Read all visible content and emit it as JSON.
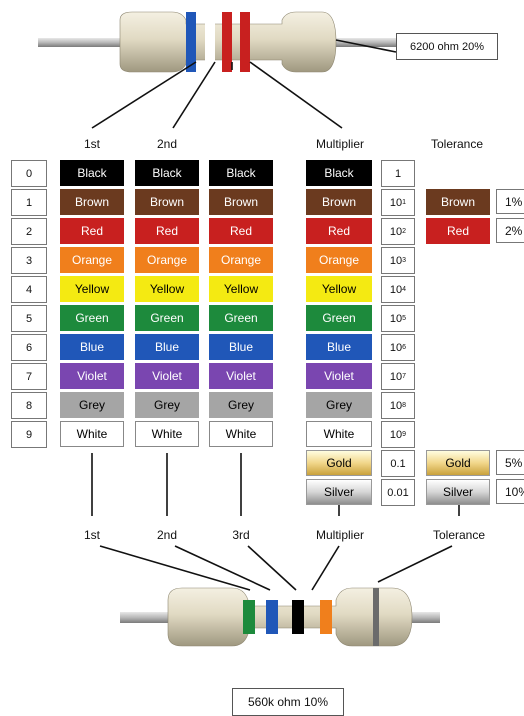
{
  "top_resistor": {
    "value_label": "6200 ohm 20%"
  },
  "bottom_resistor": {
    "value_label": "560k ohm 10%"
  },
  "top_headers": {
    "first": "1st",
    "second": "2nd",
    "multiplier": "Multiplier",
    "tolerance": "Tolerance"
  },
  "bottom_headers": {
    "first": "1st",
    "second": "2nd",
    "third": "3rd",
    "multiplier": "Multiplier",
    "tolerance": "Tolerance"
  },
  "digits": [
    "0",
    "1",
    "2",
    "3",
    "4",
    "5",
    "6",
    "7",
    "8",
    "9"
  ],
  "colors": [
    {
      "name": "Black",
      "hex": "#000000",
      "text": "#ffffff"
    },
    {
      "name": "Brown",
      "hex": "#6b3a1f",
      "text": "#ffffff"
    },
    {
      "name": "Red",
      "hex": "#c8201f",
      "text": "#ffffff"
    },
    {
      "name": "Orange",
      "hex": "#f07f1c",
      "text": "#ffffff"
    },
    {
      "name": "Yellow",
      "hex": "#f4ea12",
      "text": "#000000"
    },
    {
      "name": "Green",
      "hex": "#1d8a3c",
      "text": "#ffffff"
    },
    {
      "name": "Blue",
      "hex": "#2057b8",
      "text": "#ffffff"
    },
    {
      "name": "Violet",
      "hex": "#7a46b0",
      "text": "#ffffff"
    },
    {
      "name": "Grey",
      "hex": "#a5a5a5",
      "text": "#000000"
    },
    {
      "name": "White",
      "hex": "#ffffff",
      "text": "#000000"
    }
  ],
  "multiplier_extra": [
    {
      "name": "Gold",
      "bg": "linear-gradient(#fffde0,#f1d68a,#c9a23c)",
      "text": "#000000"
    },
    {
      "name": "Silver",
      "bg": "linear-gradient(#ffffff,#d6d6d6,#8e8e8e)",
      "text": "#000000"
    }
  ],
  "multiplier_values": [
    "1",
    "10",
    "10",
    "10",
    "10",
    "10",
    "10",
    "10",
    "10",
    "10",
    "0.1",
    "0.01"
  ],
  "multiplier_exponents": [
    "",
    "1",
    "2",
    "3",
    "4",
    "5",
    "6",
    "7",
    "8",
    "9",
    "",
    ""
  ],
  "tolerance_top": [
    {
      "name": "Brown",
      "percent": "1%",
      "hex": "#6b3a1f"
    },
    {
      "name": "Red",
      "percent": "2%",
      "hex": "#c8201f"
    }
  ],
  "tolerance_bottom": [
    {
      "name": "Gold",
      "percent": "5%"
    },
    {
      "name": "Silver",
      "percent": "10%"
    }
  ],
  "top_bands": [
    "#2057b8",
    "#ffffff",
    "#c8201f",
    "#c8201f"
  ],
  "bottom_bands": [
    "#1d8a3c",
    "#2057b8",
    "#000000",
    "#f07f1c",
    "#6b6b6b"
  ]
}
